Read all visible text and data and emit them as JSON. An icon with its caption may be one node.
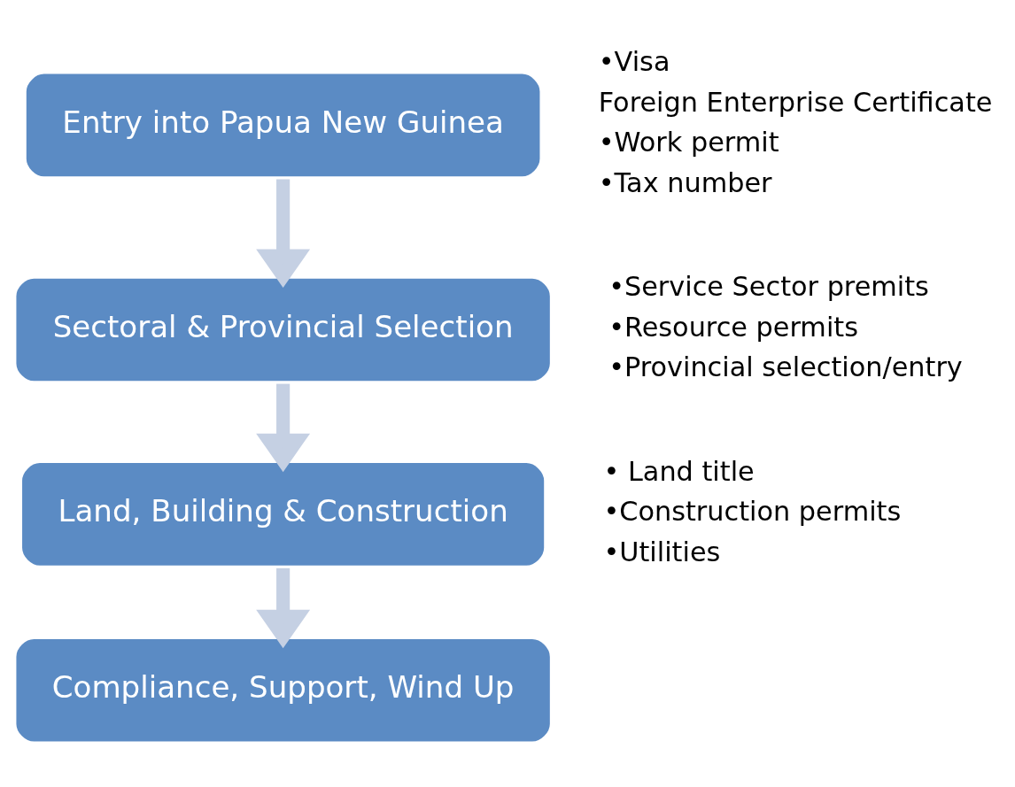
{
  "diagram": {
    "nodes": [
      {
        "text": [
          "Entry into Papua New Guinea"
        ],
        "beside": [
          "•Visa",
          "Foreign Enterprise Certificate",
          "•Work permit",
          "•Tax number"
        ]
      },
      {
        "text": [
          "Sectoral & Provincial Selection"
        ],
        "beside": [
          "•Service Sector premits",
          "•Resource permits",
          "•Provincial selection/entry"
        ]
      },
      {
        "text": [
          "Land, Building & Construction"
        ],
        "beside": [
          "• Land title",
          "•Construction permits",
          "•Utilities"
        ]
      },
      {
        "text": [
          "Compliance, Support, Wind Up"
        ]
      }
    ],
    "edges": [
      {
        "from": 0,
        "to": 1,
        "arrow": "to"
      },
      {
        "from": 1,
        "to": 2,
        "arrow": "to"
      },
      {
        "from": 2,
        "to": 3,
        "arrow": "to"
      }
    ]
  }
}
